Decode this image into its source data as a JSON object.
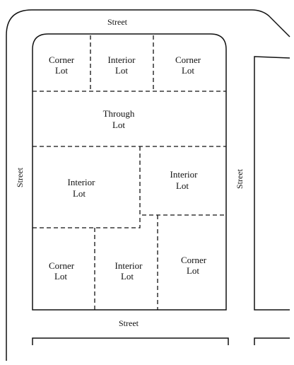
{
  "colors": {
    "line": "#111111",
    "background": "#ffffff"
  },
  "streets": {
    "top": "Street",
    "bottom": "Street",
    "left": "Street",
    "right": "Street"
  },
  "lots": {
    "corner_top_left": {
      "line1": "Corner",
      "line2": "Lot"
    },
    "interior_top": {
      "line1": "Interior",
      "line2": "Lot"
    },
    "corner_top_right": {
      "line1": "Corner",
      "line2": "Lot"
    },
    "through": {
      "line1": "Through",
      "line2": "Lot"
    },
    "interior_mid_left": {
      "line1": "Interior",
      "line2": "Lot"
    },
    "interior_mid_right": {
      "line1": "Interior",
      "line2": "Lot"
    },
    "corner_bottom_left": {
      "line1": "Corner",
      "line2": "Lot"
    },
    "interior_bottom": {
      "line1": "Interior",
      "line2": "Lot"
    },
    "corner_bottom_right": {
      "line1": "Corner",
      "line2": "Lot"
    }
  }
}
